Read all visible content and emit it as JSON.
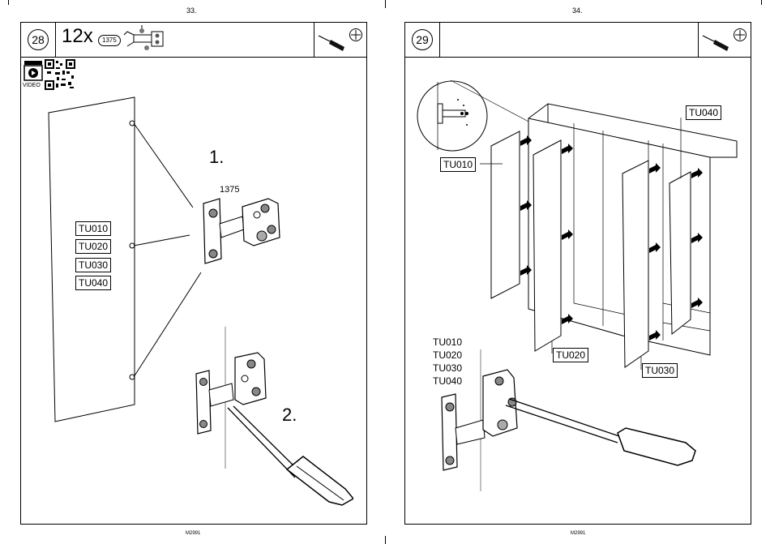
{
  "left_page": {
    "page_number": "33.",
    "step_number": "28",
    "quantity": "12x",
    "part_code": "1375",
    "video_label": "VIDEO",
    "step_1_label": "1.",
    "part_label": "1375",
    "step_2_label": "2.",
    "door_labels": [
      "TU010",
      "TU020",
      "TU030",
      "TU040"
    ],
    "footer_code": "M2991"
  },
  "right_page": {
    "page_number": "34.",
    "step_number": "29",
    "door_list": [
      "TU010",
      "TU020",
      "TU030",
      "TU040"
    ],
    "callout_tu010": "TU010",
    "callout_tu020": "TU020",
    "callout_tu030": "TU030",
    "callout_tu040": "TU040",
    "footer_code": "M2991"
  },
  "icons": [
    "screwdriver-icon",
    "cross-screw-icon",
    "qr-code-icon",
    "video-play-icon",
    "hinge-icon"
  ]
}
